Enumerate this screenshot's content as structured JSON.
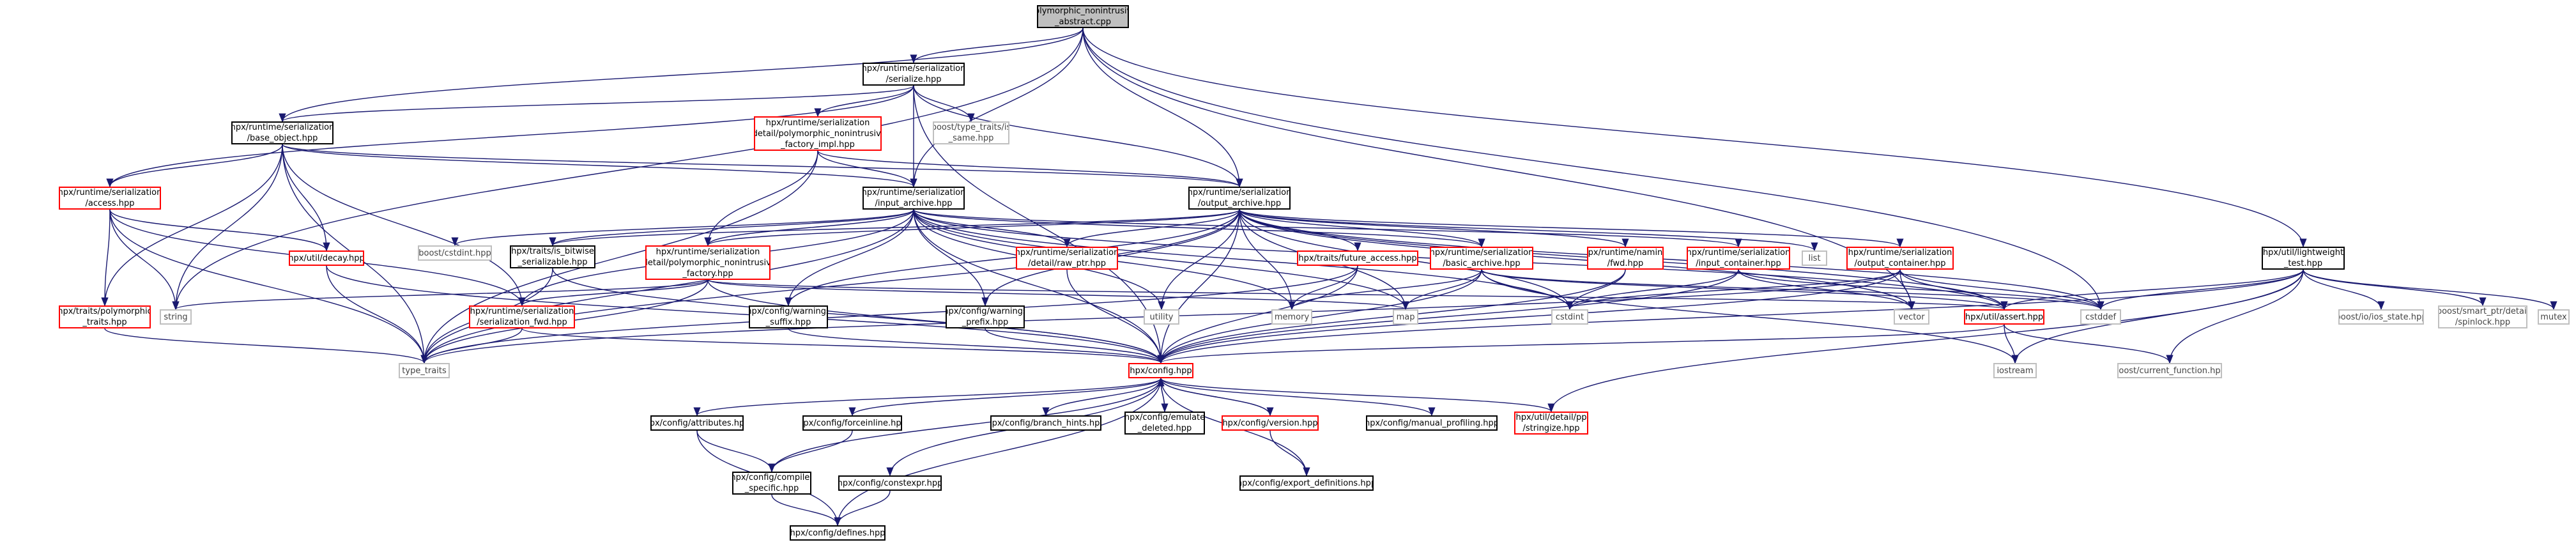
{
  "diagram": {
    "colors": {
      "edge": "#191970",
      "edge_grey": "#7f7f7f",
      "border_plain": "#000000",
      "border_missing": "#ff0000",
      "border_external": "#bfbfbf",
      "root_fill": "#bfbfbf"
    },
    "nodes": {
      "root": "polymorphic_nonintrusive\n_abstract.cpp",
      "serialize": "hpx/runtime/serialization\n/serialize.hpp",
      "base_object": "hpx/runtime/serialization\n/base_object.hpp",
      "poly_impl": "hpx/runtime/serialization\n/detail/polymorphic_nonintrusive\n_factory_impl.hpp",
      "boost_same": "boost/type_traits/is\n_same.hpp",
      "access": "hpx/runtime/serialization\n/access.hpp",
      "input_archive": "hpx/runtime/serialization\n/input_archive.hpp",
      "output_archive": "hpx/runtime/serialization\n/output_archive.hpp",
      "lightweight_test": "hpx/util/lightweight\n_test.hpp",
      "boost_cstdint": "boost/cstdint.hpp",
      "is_bitwise": "hpx/traits/is_bitwise\n_serializable.hpp",
      "poly_factory": "hpx/runtime/serialization\n/detail/polymorphic_nonintrusive\n_factory.hpp",
      "util_decay": "hpx/util/decay.hpp",
      "raw_ptr": "hpx/runtime/serialization\n/detail/raw_ptr.hpp",
      "future_access": "hpx/traits/future_access.hpp",
      "basic_archive": "hpx/runtime/serialization\n/basic_archive.hpp",
      "naming_fwd": "hpx/runtime/naming\n/fwd.hpp",
      "input_container": "hpx/runtime/serialization\n/input_container.hpp",
      "output_container": "hpx/runtime/serialization\n/output_container.hpp",
      "list": "list",
      "poly_traits": "hpx/traits/polymorphic\n_traits.hpp",
      "string": "string",
      "serialization_fwd": "hpx/runtime/serialization\n/serialization_fwd.hpp",
      "warnings_suffix": "hpx/config/warnings\n_suffix.hpp",
      "warnings_prefix": "hpx/config/warnings\n_prefix.hpp",
      "utility": "utility",
      "memory": "memory",
      "map": "map",
      "cstdint": "cstdint",
      "vector": "vector",
      "util_assert": "hpx/util/assert.hpp",
      "cstddef": "cstddef",
      "boost_ios": "boost/io/ios_state.hpp",
      "boost_spinlock": "boost/smart_ptr/detail\n/spinlock.hpp",
      "mutex": "mutex",
      "type_traits": "type_traits",
      "config": "hpx/config.hpp",
      "iostream": "iostream",
      "boost_current_function": "boost/current_function.hpp",
      "attributes": "hpx/config/attributes.hpp",
      "forceinline": "hpx/config/forceinline.hpp",
      "branch_hints": "hpx/config/branch_hints.hpp",
      "emulate_deleted": "hpx/config/emulate\n_deleted.hpp",
      "version": "hpx/config/version.hpp",
      "manual_profiling": "hpx/config/manual_profiling.hpp",
      "pp_stringize": "hpx/util/detail/pp\n/stringize.hpp",
      "compiler_specific": "hpx/config/compiler\n_specific.hpp",
      "constexpr": "hpx/config/constexpr.hpp",
      "export_definitions": "hpx/config/export_definitions.hpp",
      "defines": "hpx/config/defines.hpp"
    }
  }
}
